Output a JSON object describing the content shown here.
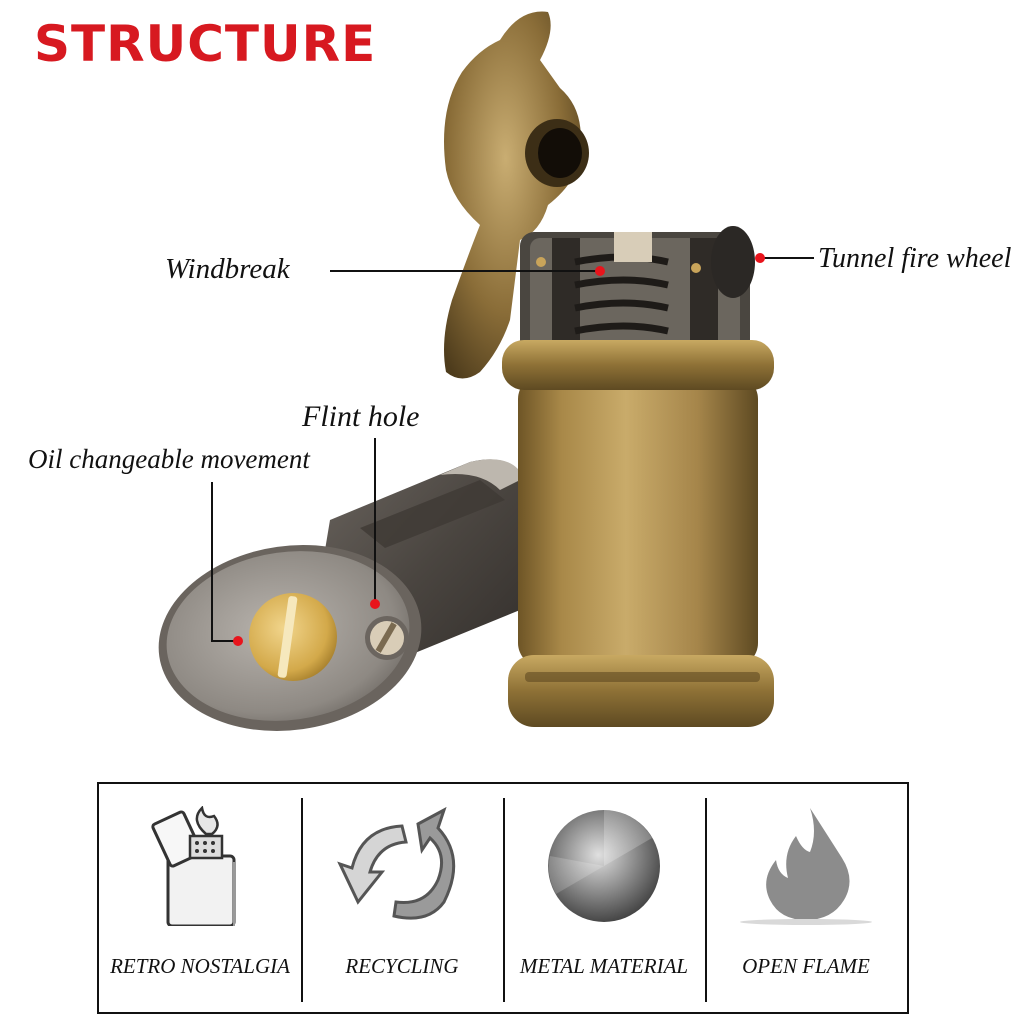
{
  "heading": "STRUCTURE",
  "callouts": {
    "windbreak": "Windbreak",
    "tunnel_fire_wheel": "Tunnel fire wheel",
    "flint_hole": "Flint hole",
    "oil_movement": "Oil changeable movement"
  },
  "features": [
    {
      "label": "RETRO NOSTALGIA",
      "icon": "lighter-icon"
    },
    {
      "label": "RECYCLING",
      "icon": "recycle-arrows-icon"
    },
    {
      "label": "METAL MATERIAL",
      "icon": "metal-disc-icon"
    },
    {
      "label": "OPEN FLAME",
      "icon": "flame-icon"
    }
  ],
  "colors": {
    "heading": "#d71920",
    "callout_dot": "#e8141c",
    "brass": "#a88848",
    "steel": "#8c8a86"
  }
}
